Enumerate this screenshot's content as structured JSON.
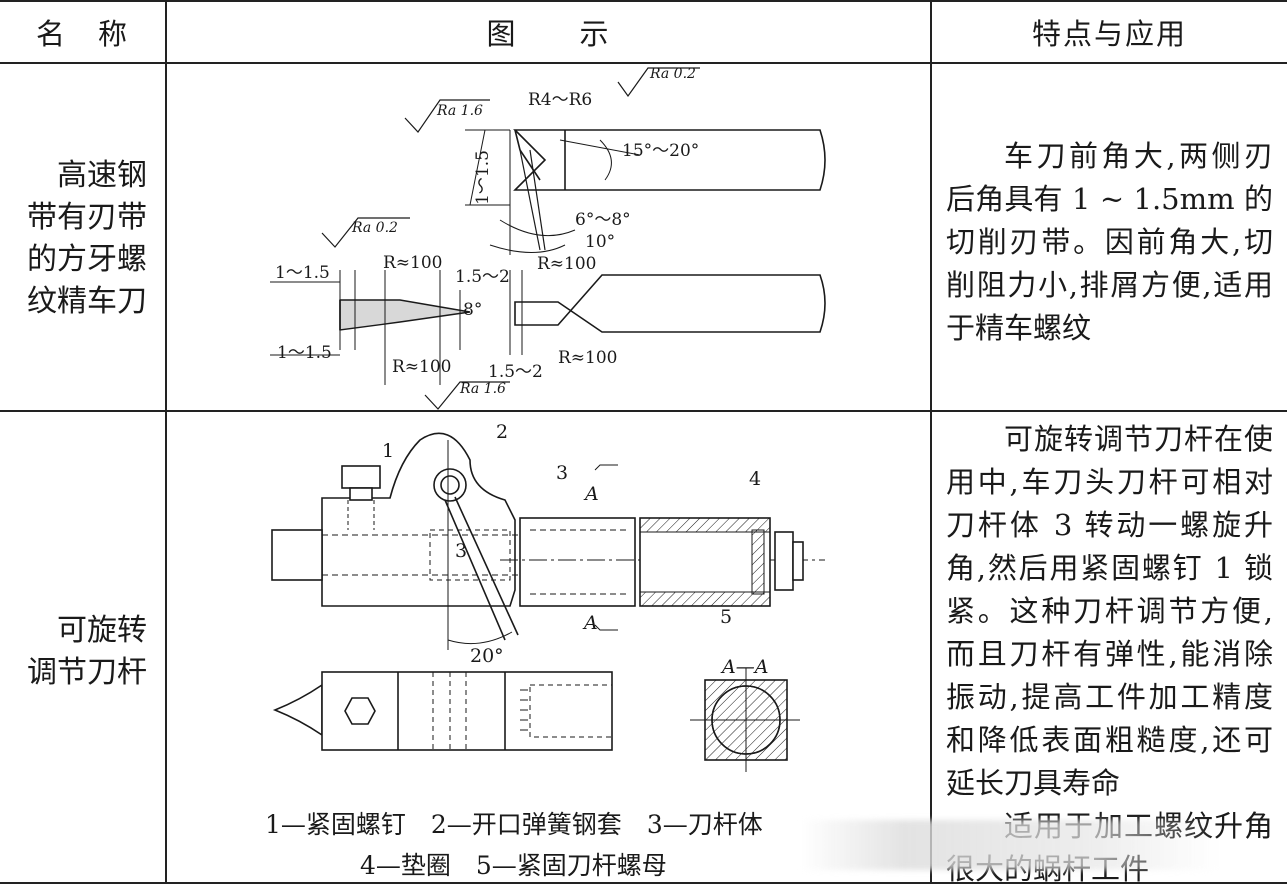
{
  "header": {
    "col_name": "名　称",
    "col_figure": "图　　示",
    "col_feature": "特点与应用"
  },
  "rows": [
    {
      "name_lines": [
        "高速钢",
        "带有刃带",
        "的方牙螺",
        "纹精车刀"
      ],
      "desc_paragraphs": [
        "车刀前角大,两侧刃后角具有 1 ~ 1.5mm 的切削刃带。因前角大,切削阻力小,排屑方便,适用于精车螺纹"
      ],
      "figure_labels": {
        "ra16_a": "Ra 1.6",
        "r4r6": "R4～R6",
        "ra02_a": "Ra 0.2",
        "dim_1_15_v": "1～1.5",
        "angle_15_20": "15°～20°",
        "angle_6_8": "6°～8°",
        "angle_10": "10°",
        "ra02_b": "Ra 0.2",
        "dim_1_15_a": "1～1.5",
        "r100_a": "R≈100",
        "dim_15_2_a": "1.5～2",
        "r100_b": "R≈100",
        "angle_8": "8°",
        "dim_1_15_b": "1～1.5",
        "r100_c": "R≈100",
        "dim_15_2_b": "1.5～2",
        "r100_d": "R≈100",
        "ra16_b": "Ra 1.6"
      }
    },
    {
      "name_lines": [
        "可旋转",
        "调节刀杆"
      ],
      "desc_paragraphs": [
        "可旋转调节刀杆在使用中,车刀头刀杆可相对刀杆体 3 转动一螺旋升角,然后用紧固螺钉 1 锁紧。这种刀杆调节方便,而且刀杆有弹性,能消除振动,提高工件加工精度和降低表面粗糙度,还可延长刀具寿命",
        "适用于加工螺纹升角很大的蜗杆工件"
      ],
      "figure_labels": {
        "n1": "1",
        "n2": "2",
        "n3a": "3",
        "n3b": "3",
        "n4": "4",
        "n5": "5",
        "sec_a_top": "A",
        "sec_a_bot": "A",
        "angle_20": "20°",
        "section_title": "A—A"
      },
      "caption_line1": "1—紧固螺钉　2—开口弹簧钢套　3—刀杆体",
      "caption_line2": "4—垫圈　5—紧固刀杆螺母"
    }
  ]
}
